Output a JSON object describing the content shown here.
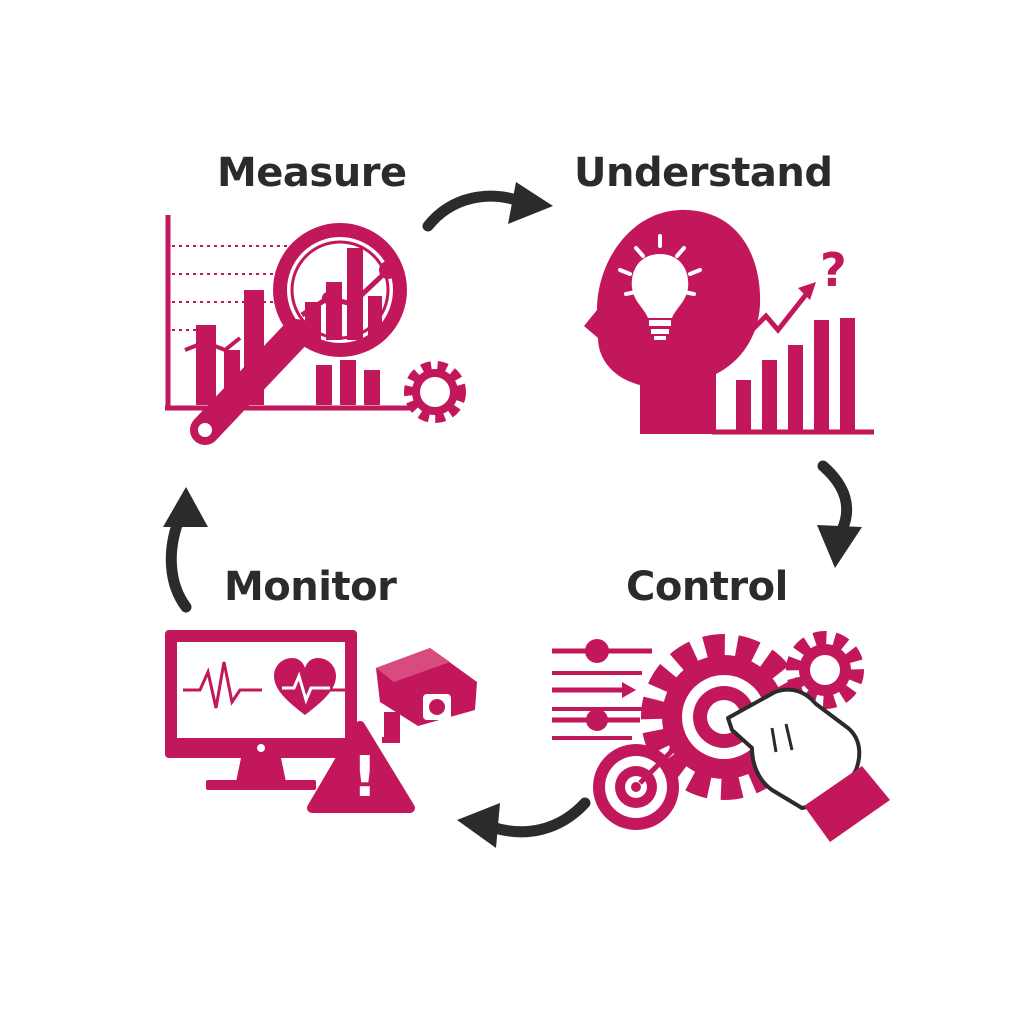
{
  "colors": {
    "accent": "#c2185b",
    "arrow": "#2b2b2b",
    "background": "#ffffff"
  },
  "steps": [
    {
      "label": "Measure",
      "icon": "magnifier-chart-icon"
    },
    {
      "label": "Understand",
      "icon": "head-lightbulb-icon"
    },
    {
      "label": "Control",
      "icon": "gear-hand-target-icon"
    },
    {
      "label": "Monitor",
      "icon": "monitor-camera-warning-icon"
    }
  ],
  "question_mark": "?",
  "warning_mark": "!"
}
